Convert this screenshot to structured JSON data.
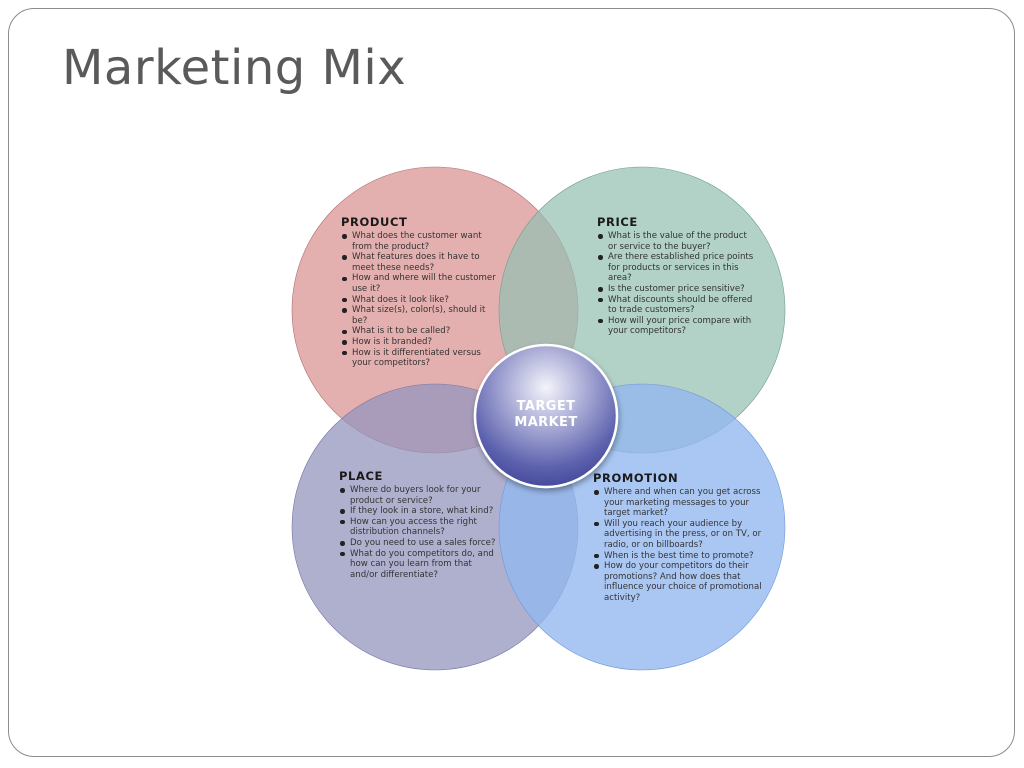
{
  "slide": {
    "title": "Marketing Mix"
  },
  "diagram": {
    "center": {
      "lines": [
        "TARGET",
        "MARKET"
      ]
    },
    "quadrants": {
      "product": {
        "title": "PRODUCT",
        "color": "#d99090",
        "items": [
          "What does the customer want from the product?",
          "What features does it have to meet these needs?",
          "How and where will the customer use it?",
          "What does it look like?",
          "What size(s), color(s), should it be?",
          "What is it to be called?",
          "How is it branded?",
          "How is it differentiated versus your competitors?"
        ]
      },
      "price": {
        "title": "PRICE",
        "color": "#94bfb2",
        "items": [
          "What is the value of the product or service to the buyer?",
          "Are there established price points for products or services in this area?",
          "Is the customer price sensitive?",
          "What discounts should be offered to trade customers?",
          "How will your price compare with your competitors?"
        ]
      },
      "place": {
        "title": "PLACE",
        "color": "#9496be",
        "items": [
          "Where do buyers look for your product or service?",
          "If they look in a store, what kind?",
          "How can you access the right distribution channels?",
          "Do you need to use a sales force?",
          "What do you competitors do, and how can you learn from that and/or differentiate?"
        ]
      },
      "promotion": {
        "title": "PROMOTION",
        "color": "#92b7ef",
        "items": [
          "Where and when can you get across your marketing messages to your target market?",
          "Will you reach your audience by advertising in the press, or on TV, or radio, or on billboards?",
          "When is the best time to promote?",
          "How do your competitors do their promotions? And how does that influence your choice of promotional activity?"
        ]
      }
    }
  }
}
